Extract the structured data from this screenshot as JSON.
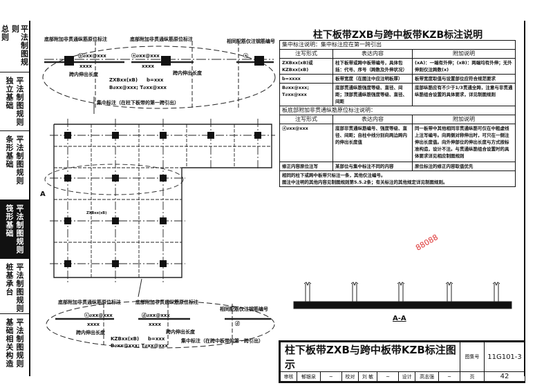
{
  "sidebar": {
    "sections": [
      {
        "top": "平法制图规则",
        "sub": "总则",
        "active": false
      },
      {
        "top": "平法制图规则",
        "sub": "独立基础",
        "active": false
      },
      {
        "top": "平法制图规则",
        "sub": "条形基础",
        "active": false
      },
      {
        "top": "平法制图规则",
        "sub": "筏形基础",
        "active": true
      },
      {
        "top": "平法制图规则",
        "sub": "桩基承台",
        "active": false
      },
      {
        "top": "平法制图规则",
        "sub": "基础相关构造",
        "active": false
      }
    ]
  },
  "drawing": {
    "top_detail": {
      "label_left": "底部附加非贯通纵筋原位标注",
      "label_mid": "底部附加非贯通纵筋原位标注",
      "label_right": "相同配筋仅注钢筋编号",
      "rebar_left": "ⓑ⌀xx@xxx",
      "rebar_mid": "ⓐ⌀xx@xxx",
      "circle_right": "ⓐ",
      "len_left": "xxxx",
      "len_mid": "xxxx",
      "span_left": "跨内伸出长度",
      "span_mid": "跨内伸出长度",
      "code": "ZXBxx(xB)",
      "width": "b=xxx",
      "reinf": "B⌀xx@xxx; T⌀xx@xxx",
      "note": "集中标注（在柱下板带的第一跨引出）"
    },
    "bottom_detail": {
      "label_left": "底部附加非贯通纵筋原位标注",
      "label_mid": "底部附加非贯通纵筋原位标注",
      "label_right": "相同配筋仅注钢筋编号",
      "rebar_left": "ⓒ⌀xx@xxx",
      "rebar_mid": "ⓓ⌀xx@xxx",
      "circle_right": "ⓓ",
      "len_left": "xxxx",
      "len_mid": "xxxx",
      "span_left": "跨内伸出长度",
      "span_mid": "跨内伸出长度",
      "code": "KZBxx(xB)",
      "width": "b=xxx",
      "reinf": "B⌀xx@xxx; T⌀xx@xxx",
      "note": "集中标注（在跨中板带的第一跨引出）"
    },
    "plan": {
      "section_mark": "A",
      "small_code": "ZXBxx(xB)"
    },
    "section_label": "A-A"
  },
  "spec": {
    "title": "柱下板带ZXB与跨中板带KZB标注说明",
    "central_header": "集中标注说明：集中标注应在第一跨引出",
    "columns": [
      "注写形式",
      "表达内容",
      "附加说明"
    ],
    "central_rows": [
      [
        "ZXBxx(xB)或KZBxx(xB)",
        "柱下板带或跨中板带编号，具体包括：代号、序号（跨数及外伸状况）",
        "(xA)：一端有外伸；(xB)：两端均有外伸；无外伸则仅注跨数(x)"
      ],
      [
        "b=xxxx",
        "板带宽度（在图注中应注明板厚）",
        "板带宽度取值与设置部位应符合规范要求"
      ],
      [
        "B⌀xx@xxx; T⌀xx@xxx",
        "底部贯通纵筋强度等级、直径、间距；顶部贯通纵筋强度等级、直径、间距",
        "底部纵筋应有不少于1/3贯通全跨，注意与非贯通纵筋组合设置的具体要求，详见制图规则"
      ]
    ],
    "original_header": "板底部附加非贯通纵筋原位标注说明：",
    "original_rows": [
      [
        "ⓐ⌀xx@xxx",
        "底部非贯通纵筋编号、强度等级、直径、间距；自柱中线分别向两边跨内的伸出长度值",
        "同一板带中其他相同非贯通纵筋可仅在中粗虚线上注写编号。向两侧对称伸出时，可只在一侧注伸出长度值。向外伸部位的伸出长度与方式按标准构造，设计不注。与贯通纵筋组合设置时的具体要求详见相应制图规则"
      ],
      [
        "修正内容原位注写",
        "某部位与集中标注不同的内容",
        "原位标注的修正内容取值优先"
      ]
    ],
    "notes": [
      "相同的柱下或跨中板带只标注一条，其他仅注编号。",
      "图注中注明的其他内容见制图规则第5.5.2条；有关标注的其他规定详见制图规则。"
    ]
  },
  "title_block": {
    "title": "柱下板带ZXB与跨中板带KZB标注图示",
    "atlas_label": "图集号",
    "atlas_no": "11G101-3",
    "review_label": "审核",
    "reviewer": "郁银泉",
    "check_label": "校对",
    "checker": "刘 敏",
    "design_label": "设计",
    "designer": "高志强",
    "page_label": "页",
    "page_no": "42"
  },
  "watermark": "88088"
}
